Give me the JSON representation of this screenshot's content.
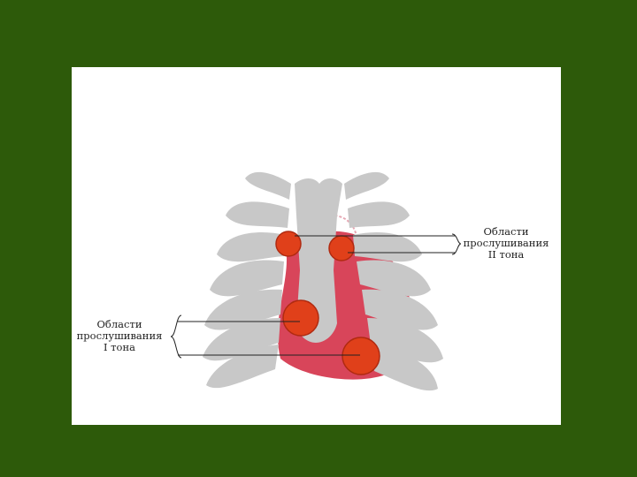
{
  "colors": {
    "background": "#2d5a0a",
    "slide": "#ffffff",
    "bone": "#c8c8c8",
    "heart": "#d8455a",
    "point": "#e0401a",
    "leader": "#222222"
  },
  "labels": {
    "second_tone": {
      "line1": "Области",
      "line2": "прослушивания",
      "line3": "II тона"
    },
    "first_tone": {
      "line1": "Области",
      "line2": "прослушивания",
      "line3": "I тона"
    }
  }
}
